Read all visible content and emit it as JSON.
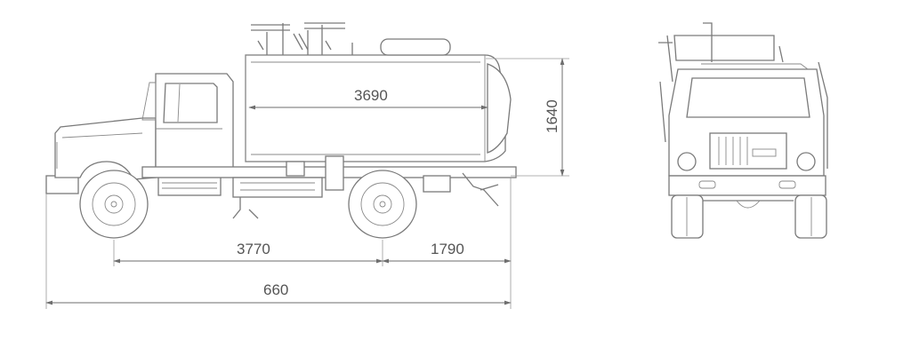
{
  "dimensions": {
    "tank_length": "3690",
    "tank_height": "1640",
    "wheelbase": "3770",
    "rear_overhang": "1790",
    "overall_length": "660"
  }
}
